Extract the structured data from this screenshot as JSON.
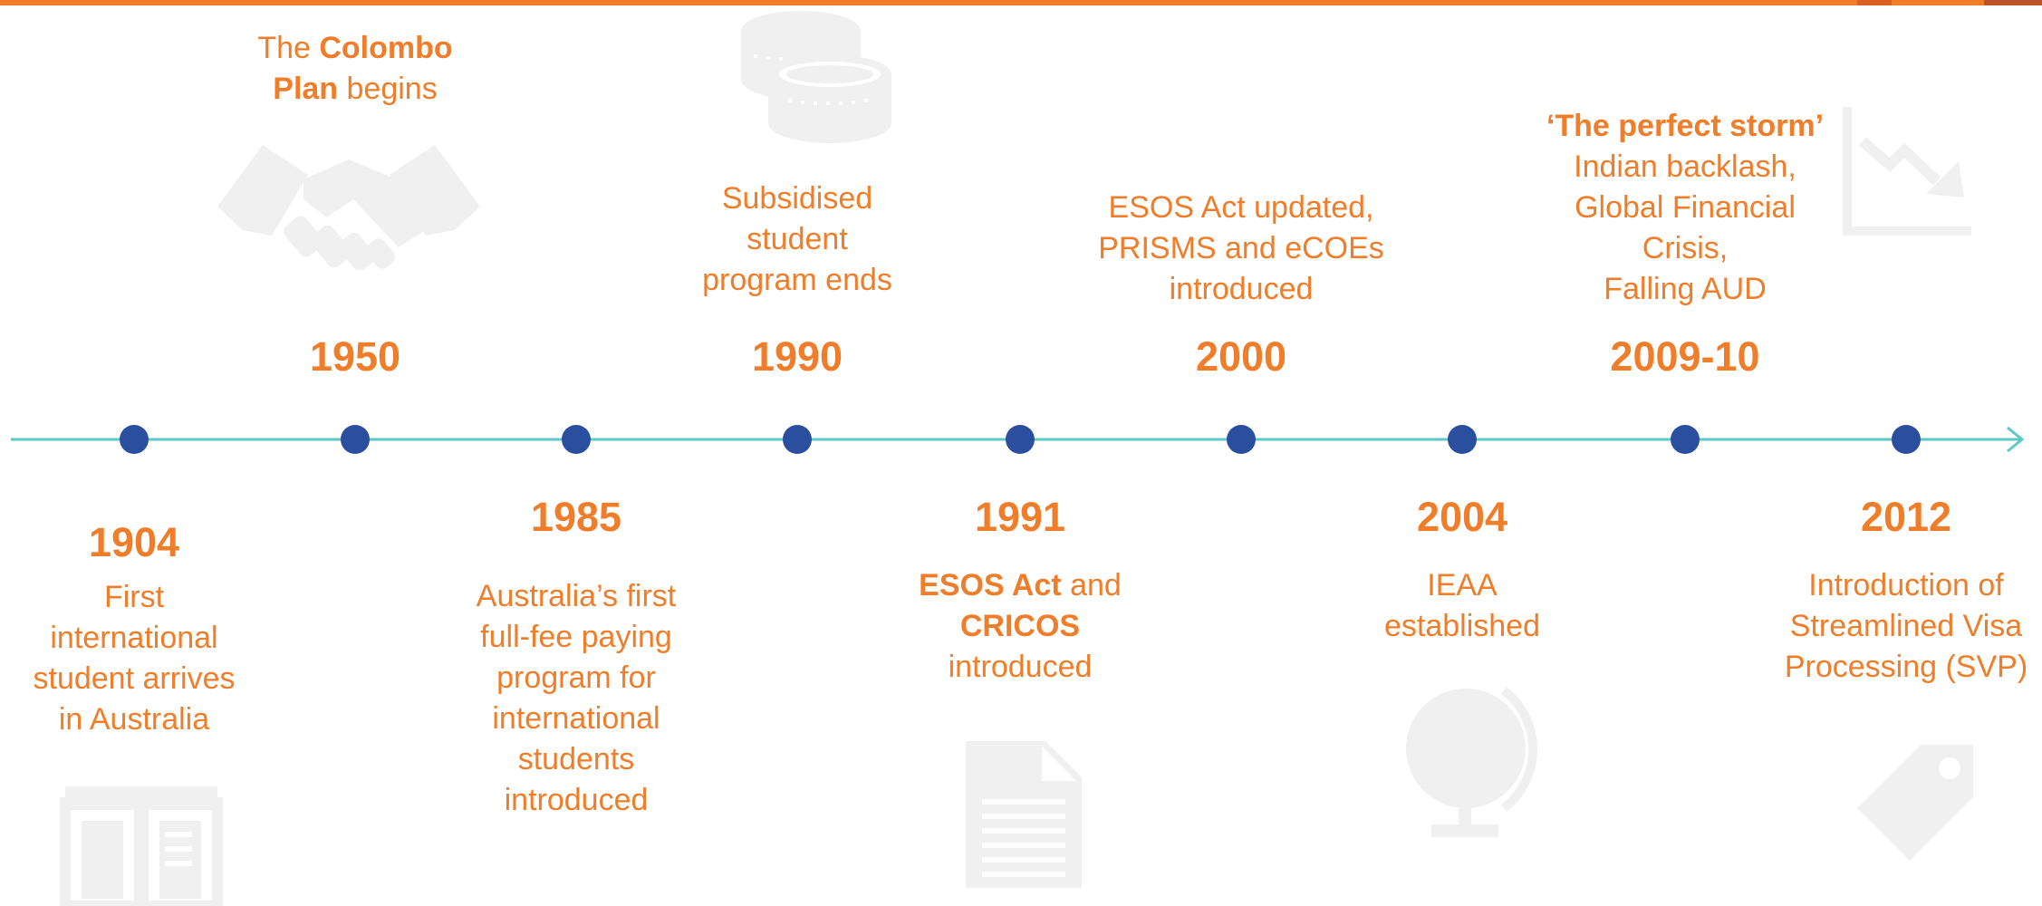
{
  "colors": {
    "accent": "#ef7d2a",
    "timeline_line": "#5fc7c6",
    "node": "#2a4f9e",
    "icon_grey": "#f0f0f0"
  },
  "events": [
    {
      "year": "1904",
      "lines": [
        [
          "First"
        ],
        [
          "international"
        ],
        [
          "student arrives"
        ],
        [
          "in Australia"
        ]
      ],
      "icon": "open-book-icon"
    },
    {
      "year": "1950",
      "lines": [
        [
          "The ",
          {
            "b": "Colombo"
          }
        ],
        [
          {
            "b": "Plan"
          },
          " begins"
        ]
      ],
      "icon": "handshake-icon"
    },
    {
      "year": "1985",
      "lines": [
        [
          "Australia’s first"
        ],
        [
          "full-fee paying"
        ],
        [
          "program for"
        ],
        [
          "international"
        ],
        [
          "students"
        ],
        [
          "introduced"
        ]
      ]
    },
    {
      "year": "1990",
      "lines": [
        [
          "Subsidised"
        ],
        [
          "student"
        ],
        [
          "program ends"
        ]
      ],
      "icon": "coins-icon"
    },
    {
      "year": "1991",
      "lines": [
        [
          {
            "b": "ESOS Act"
          },
          " and"
        ],
        [
          {
            "b": "CRICOS"
          }
        ],
        [
          "introduced"
        ]
      ],
      "icon": "document-icon"
    },
    {
      "year": "2000",
      "lines": [
        [
          "ESOS Act updated,"
        ],
        [
          "PRISMS and eCOEs"
        ],
        [
          "introduced"
        ]
      ]
    },
    {
      "year": "2004",
      "lines": [
        [
          "IEAA"
        ],
        [
          "established"
        ]
      ],
      "icon": "globe-icon"
    },
    {
      "year": "2009-10",
      "lines": [
        [
          {
            "b": "‘The perfect storm’"
          }
        ],
        [
          "Indian backlash,"
        ],
        [
          "Global Financial"
        ],
        [
          "Crisis,"
        ],
        [
          "Falling AUD"
        ]
      ],
      "icon": "declining-chart-icon"
    },
    {
      "year": "2012",
      "lines": [
        [
          "Introduction of"
        ],
        [
          "Streamlined Visa"
        ],
        [
          "Processing (SVP)"
        ]
      ],
      "icon": "tag-icon"
    }
  ]
}
